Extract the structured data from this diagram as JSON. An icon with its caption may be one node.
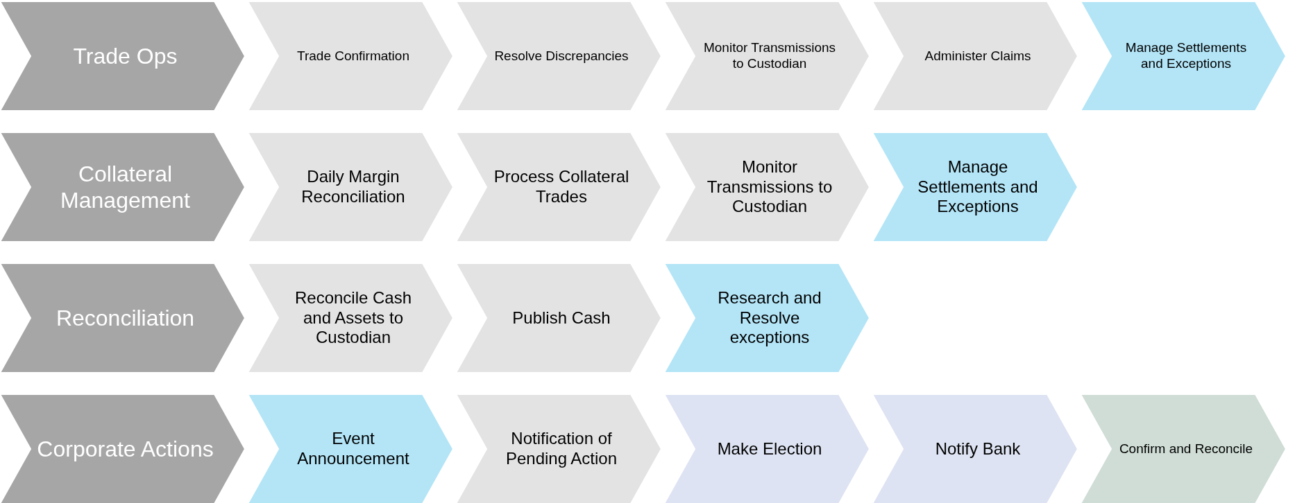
{
  "diagram": {
    "nodes": [
      {
        "text": [
          "Trade Ops"
        ]
      },
      {
        "text": [
          "Trade Confirmation"
        ]
      },
      {
        "text": [
          "Resolve Discrepancies"
        ]
      },
      {
        "text": [
          "Monitor Transmissions to Custodian"
        ]
      },
      {
        "text": [
          "Administer Claims"
        ]
      },
      {
        "text": [
          "Manage Settlements and Exceptions"
        ]
      },
      {
        "text": [
          "Collateral Management"
        ]
      },
      {
        "text": [
          "Daily Margin Reconciliation"
        ]
      },
      {
        "text": [
          "Process Collateral Trades"
        ]
      },
      {
        "text": [
          "Monitor Transmissions to Custodian"
        ]
      },
      {
        "text": [
          "Manage Settlements and Exceptions"
        ]
      },
      {
        "text": [
          "Reconciliation"
        ]
      },
      {
        "text": [
          "Reconcile Cash and Assets to Custodian"
        ]
      },
      {
        "text": [
          "Publish Cash"
        ]
      },
      {
        "text": [
          "Research and Resolve exceptions"
        ]
      },
      {
        "text": [
          "Corporate Actions"
        ]
      },
      {
        "text": [
          "Event Announcement"
        ]
      },
      {
        "text": [
          "Notification of Pending Action"
        ]
      },
      {
        "text": [
          "Make Election"
        ]
      },
      {
        "text": [
          "Notify Bank"
        ]
      },
      {
        "text": [
          "Confirm and Reconcile"
        ]
      }
    ]
  }
}
